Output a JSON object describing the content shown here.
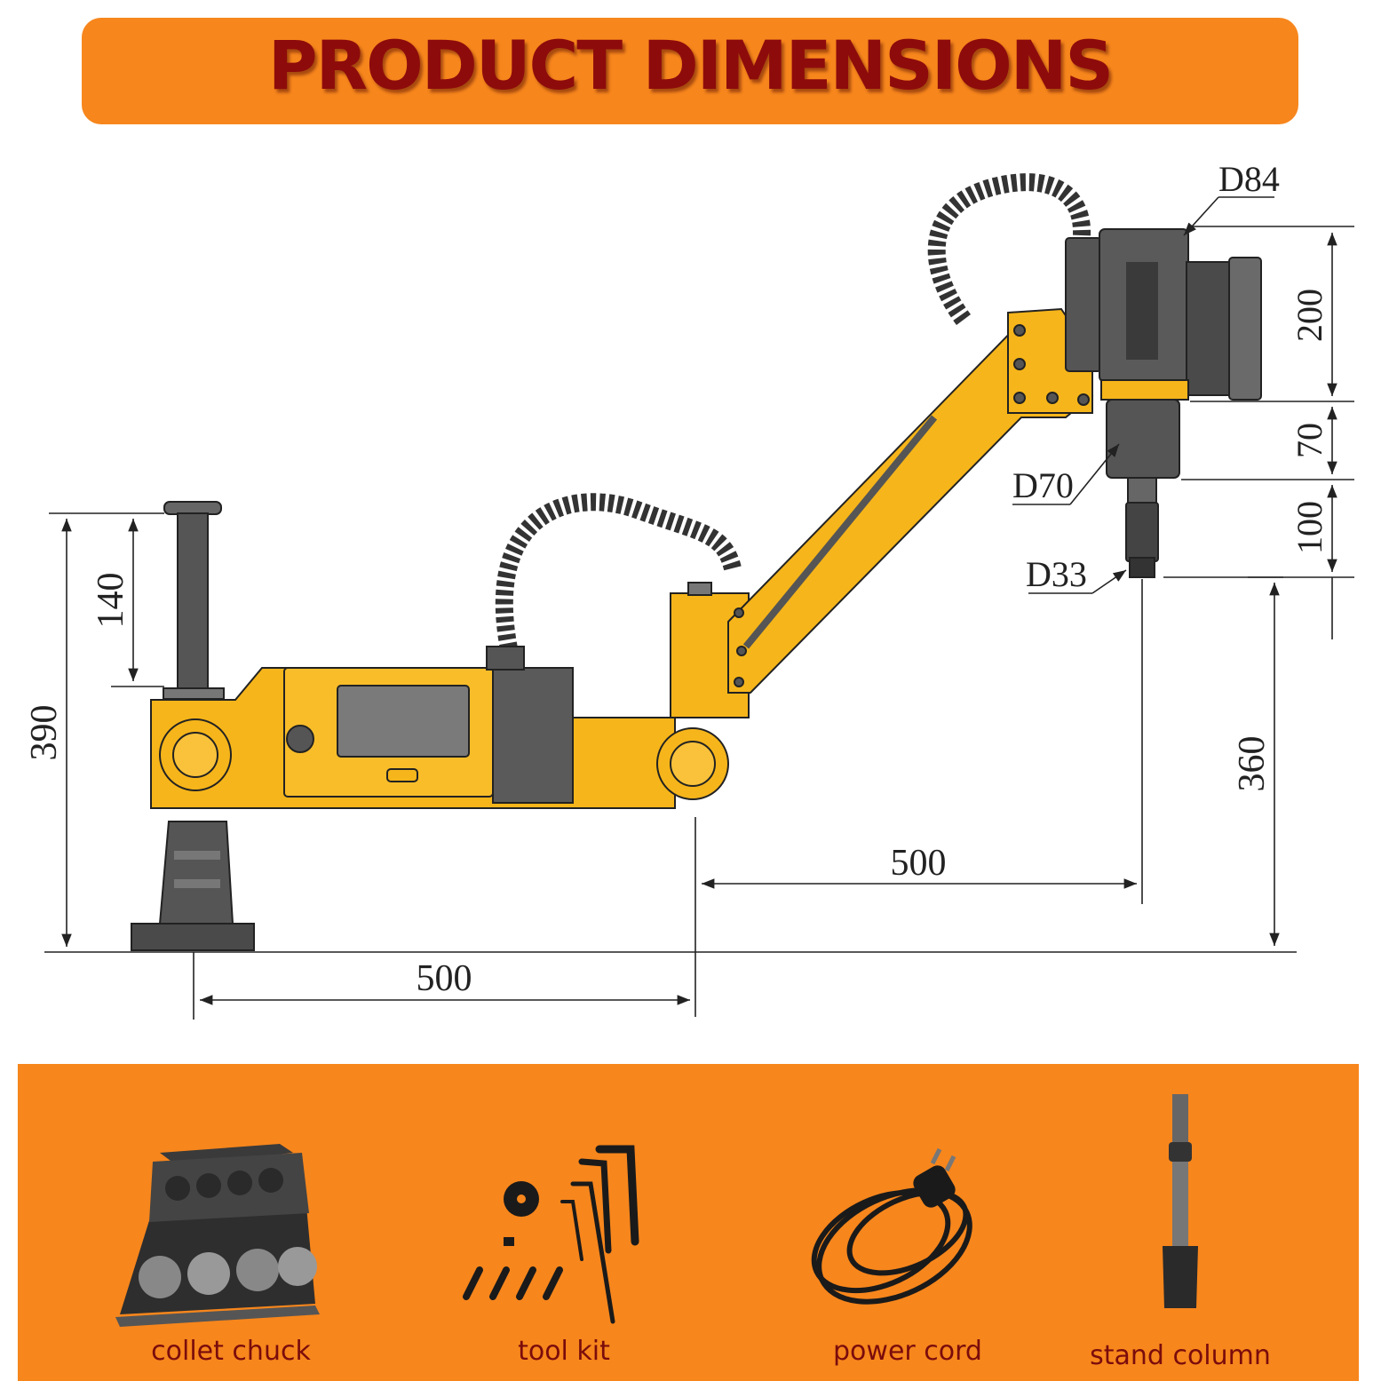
{
  "header": {
    "title": "PRODUCT DIMENSIONS"
  },
  "dimensions": {
    "d84": "D84",
    "d70": "D70",
    "d33": "D33",
    "h200": "200",
    "h70": "70",
    "h100": "100",
    "h140": "140",
    "h390": "390",
    "h360": "360",
    "reach_upper": "500",
    "reach_lower": "500"
  },
  "accessories": [
    {
      "label": "collet chuck",
      "icon": "collet-case-icon"
    },
    {
      "label": "tool kit",
      "icon": "tool-kit-icon"
    },
    {
      "label": "power cord",
      "icon": "power-cord-icon"
    },
    {
      "label": "stand column",
      "icon": "stand-column-icon"
    }
  ],
  "colors": {
    "banner": "#f7861c",
    "title": "#8e0b0b",
    "machine": "#f6b51a",
    "dark": "#555555"
  }
}
